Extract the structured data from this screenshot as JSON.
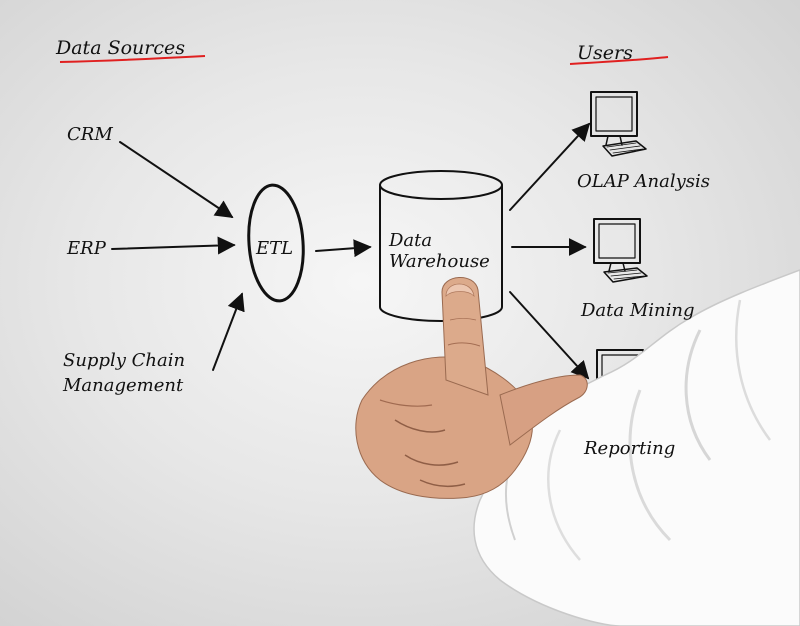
{
  "headings": {
    "sources": "Data Sources",
    "users": "Users"
  },
  "sources": [
    "CRM",
    "ERP",
    "Supply Chain Management"
  ],
  "source_lines": [
    "Supply Chain",
    "Management"
  ],
  "process": "ETL",
  "warehouse_lines": [
    "Data",
    "Warehouse"
  ],
  "users": [
    "OLAP Analysis",
    "Data Mining",
    "Reporting"
  ],
  "accent_color": "#e02020",
  "icons": [
    "computer-monitor-icon",
    "keyboard-icon",
    "pointing-hand"
  ]
}
